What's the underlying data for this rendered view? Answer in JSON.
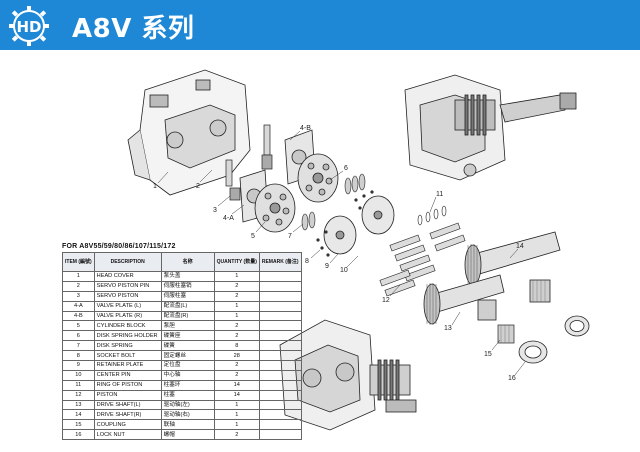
{
  "header": {
    "title": "A8V 系列",
    "logo_icon": "hd-gear-logo-icon",
    "bg_color": "#1e88d6"
  },
  "parts_list": {
    "applies_to": "FOR A8V55/59/80/86/107/115/172",
    "columns": {
      "item": "ITEM (編號)",
      "description": "DESCRIPTION",
      "name": "名称",
      "quantity": "QUANTITY (数量)",
      "remark": "REMARK (备注)"
    },
    "rows": [
      {
        "item": "1",
        "description": "HEAD COVER",
        "name": "泵头盖",
        "qty": "1",
        "remark": ""
      },
      {
        "item": "2",
        "description": "SERVO PISTON PIN",
        "name": "伺服柱塞销",
        "qty": "2",
        "remark": ""
      },
      {
        "item": "3",
        "description": "SERVO PISTON",
        "name": "伺服柱塞",
        "qty": "2",
        "remark": ""
      },
      {
        "item": "4-A",
        "description": "VALVE PLATE (L)",
        "name": "配流盘(L)",
        "qty": "1",
        "remark": ""
      },
      {
        "item": "4-B",
        "description": "VALVE PLATE (R)",
        "name": "配流盘(R)",
        "qty": "1",
        "remark": ""
      },
      {
        "item": "5",
        "description": "CYLINDER BLOCK",
        "name": "泵胆",
        "qty": "2",
        "remark": ""
      },
      {
        "item": "6",
        "description": "DISK SPRING HOLDER",
        "name": "碟簧座",
        "qty": "2",
        "remark": ""
      },
      {
        "item": "7",
        "description": "DISK SPRING",
        "name": "碟簧",
        "qty": "8",
        "remark": ""
      },
      {
        "item": "8",
        "description": "SOCKET BOLT",
        "name": "固定螺丝",
        "qty": "28",
        "remark": ""
      },
      {
        "item": "9",
        "description": "RETAINER PLATE",
        "name": "定位盘",
        "qty": "2",
        "remark": ""
      },
      {
        "item": "10",
        "description": "CENTER PIN",
        "name": "中心轴",
        "qty": "2",
        "remark": ""
      },
      {
        "item": "11",
        "description": "RING OF PISTON",
        "name": "柱塞环",
        "qty": "14",
        "remark": ""
      },
      {
        "item": "12",
        "description": "PISTON",
        "name": "柱塞",
        "qty": "14",
        "remark": ""
      },
      {
        "item": "13",
        "description": "DRIVE SHAFT(L)",
        "name": "驱动轴(左)",
        "qty": "1",
        "remark": ""
      },
      {
        "item": "14",
        "description": "DRIVE SHAFT(R)",
        "name": "驱动轴(右)",
        "qty": "1",
        "remark": ""
      },
      {
        "item": "15",
        "description": "COUPLING",
        "name": "联轴",
        "qty": "1",
        "remark": ""
      },
      {
        "item": "16",
        "description": "LOCK NUT",
        "name": "螺帽",
        "qty": "2",
        "remark": ""
      }
    ]
  },
  "callouts": {
    "c1": "1",
    "c2": "2",
    "c3": "3",
    "c4a": "4-A",
    "c4b": "4-B",
    "c5": "5",
    "c6": "6",
    "c7": "7",
    "c8": "8",
    "c9": "9",
    "c10": "10",
    "c11": "11",
    "c12": "12",
    "c13": "13",
    "c14": "14",
    "c15": "15",
    "c16": "16"
  }
}
